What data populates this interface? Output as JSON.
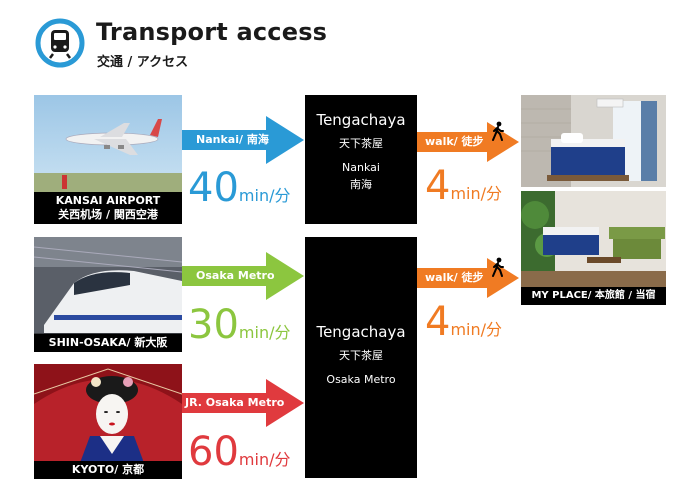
{
  "header": {
    "title": "Transport access",
    "subtitle": "交通 / アクセス",
    "icon": "train-icon"
  },
  "colors": {
    "blue": "#2a9ad6",
    "green": "#8cc63f",
    "red": "#e03a3e",
    "orange": "#f07b23",
    "station_bg": "#000000"
  },
  "origins": [
    {
      "caption_line1": "KANSAI AIRPORT",
      "caption_line2": "关西机场 / 関西空港"
    },
    {
      "caption": "SHIN-OSAKA/ 新大阪"
    },
    {
      "caption": "KYOTO/ 京都"
    }
  ],
  "routes": [
    {
      "label": "Nankai/ 南海",
      "time": "40",
      "unit": "min/分"
    },
    {
      "label": "Osaka Metro",
      "time": "30",
      "unit": "min/分"
    },
    {
      "label": "JR. Osaka Metro",
      "time": "60",
      "unit": "min/分"
    }
  ],
  "stations": [
    {
      "name": "Tengachaya",
      "name_jp": "天下茶屋",
      "line": "Nankai",
      "line_jp": "南海"
    },
    {
      "name": "Tengachaya",
      "name_jp": "天下茶屋",
      "line": "Osaka Metro"
    }
  ],
  "walks": [
    {
      "label": "walk/ 徒步",
      "time": "4",
      "unit": "min/分"
    },
    {
      "label": "walk/ 徒步",
      "time": "4",
      "unit": "min/分"
    }
  ],
  "destination": {
    "caption": "MY PLACE/ 本旅館 / 当宿"
  }
}
